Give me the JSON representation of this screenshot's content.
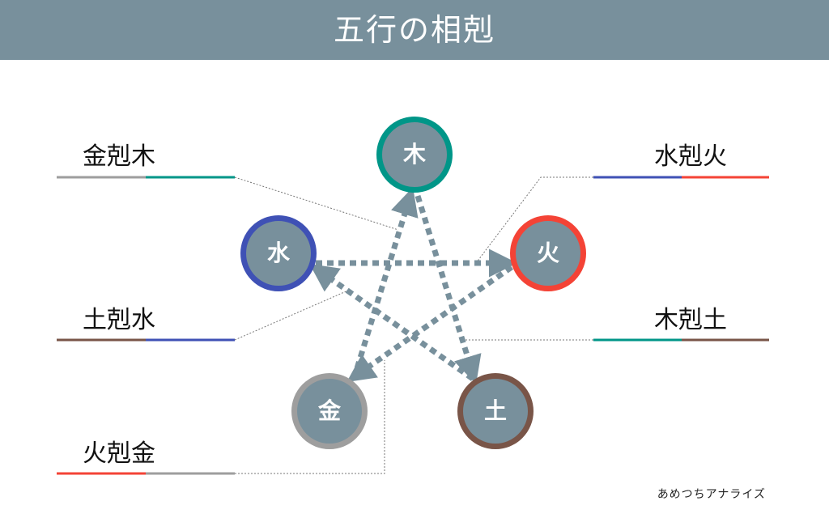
{
  "title": "五行の相剋",
  "elements": {
    "wood": {
      "label": "木",
      "color": "#009688"
    },
    "fire": {
      "label": "火",
      "color": "#f44336"
    },
    "earth": {
      "label": "土",
      "color": "#795548"
    },
    "metal": {
      "label": "金",
      "color": "#9e9e9e"
    },
    "water": {
      "label": "水",
      "color": "#3f51b5"
    }
  },
  "relations": [
    {
      "label": "金剋木",
      "from": "metal",
      "to": "wood"
    },
    {
      "label": "水剋火",
      "from": "water",
      "to": "fire"
    },
    {
      "label": "土剋水",
      "from": "earth",
      "to": "water"
    },
    {
      "label": "木剋土",
      "from": "wood",
      "to": "earth"
    },
    {
      "label": "火剋金",
      "from": "fire",
      "to": "metal"
    }
  ],
  "credit": "あめつちアナライズ"
}
